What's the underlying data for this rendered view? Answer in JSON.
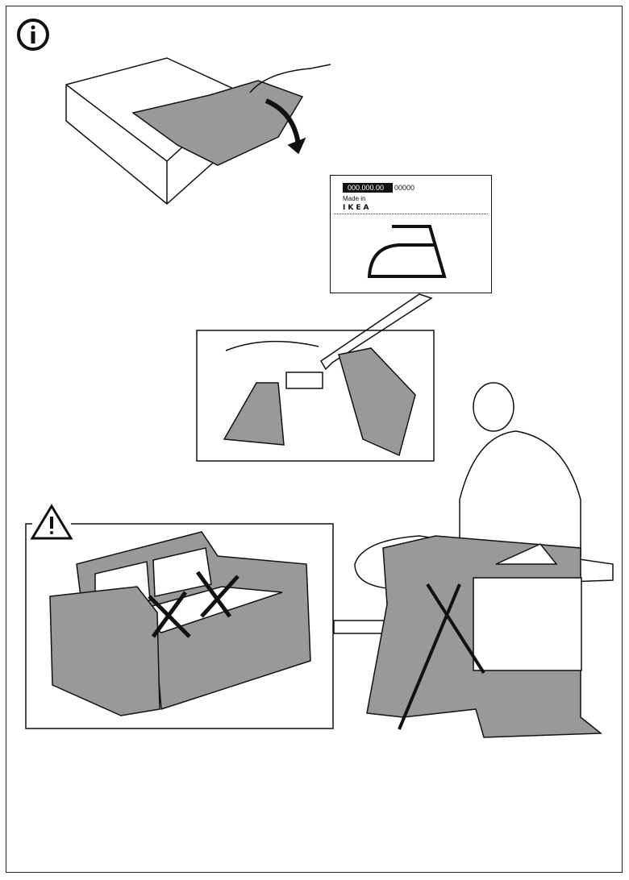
{
  "page": {
    "info_symbol": "i",
    "warning_symbol": "!"
  },
  "care_label": {
    "article_number": "000.000.00",
    "code": "00000",
    "made_in": "Made in",
    "brand": "IKEA",
    "icon": "iron-icon"
  },
  "colors": {
    "fabric": "#9a9a9a",
    "line": "#111111"
  }
}
